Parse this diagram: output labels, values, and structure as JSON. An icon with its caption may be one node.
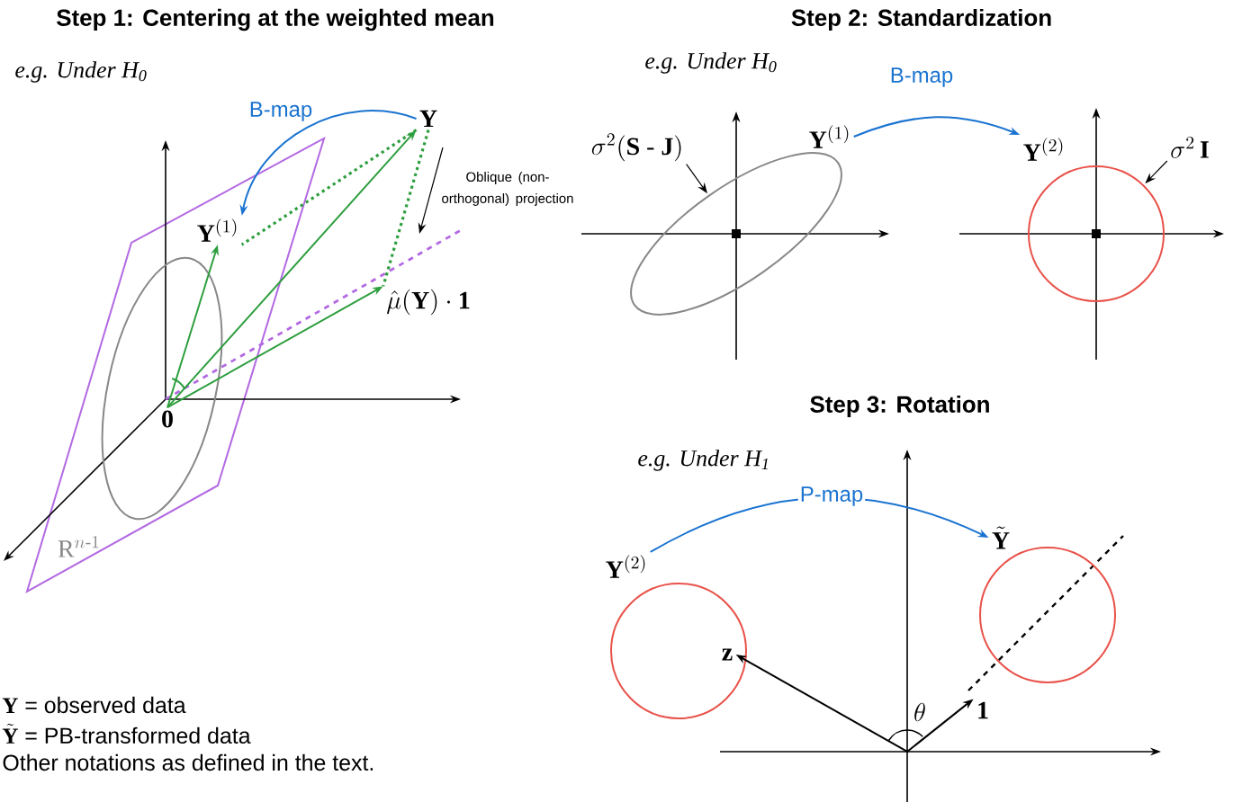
{
  "diagram": {
    "nodes": [
      {
        "text": [
          "\\mathbf{Y}"
        ]
      },
      {
        "text": [
          "\\mathbf{Y}^{(1)}"
        ]
      },
      {
        "text": [
          "\\hat{\\mu}(\\mathbf{Y})\\cdot\\mathbf{1}"
        ]
      },
      {
        "text": [
          "\\mathbf{0}"
        ]
      },
      {
        "text": [
          "\\mathbf{Y}^{(1)}"
        ]
      },
      {
        "text": [
          "\\mathbf{Y}^{(2)}"
        ]
      },
      {
        "text": [],
        "shape": "ellipse"
      },
      {
        "text": [
          "\\sigma^2(\\mathbf{S}\\ \\text{-}\\ \\mathbf{J})"
        ]
      },
      {
        "text": [],
        "shape": "circle"
      },
      {
        "text": [
          "\\sigma^2\\,\\mathbf{I}"
        ]
      },
      {
        "text": [
          "\\mathbf{Y}^{(2)}"
        ]
      },
      {
        "text": [
          "\\tilde{\\mathbf{Y}}"
        ]
      },
      {
        "text": [
          "\\mathbf{z}"
        ],
        "in": 14
      },
      {
        "text": [
          "\\mathbf{1}"
        ]
      },
      {
        "text": [],
        "shape": "circle"
      },
      {
        "text": [],
        "shape": "circle"
      }
    ],
    "edges": [
      {
        "from": 3,
        "to": 0,
        "arrow": "to",
        "color": "#2e9e3e"
      },
      {
        "from": 3,
        "to": 1,
        "arrow": "to",
        "color": "#2e9e3e"
      },
      {
        "from": 3,
        "to": 2,
        "arrow": "to",
        "color": "#2e9e3e"
      },
      {
        "from": 0,
        "to": 1,
        "arrow": "none",
        "style": "dashed",
        "color": "#2e9e3e"
      },
      {
        "from": 0,
        "to": 2,
        "arrow": "none",
        "style": "dashed",
        "color": "#2e9e3e"
      },
      {
        "from": 0,
        "to": 1,
        "arrow": "to",
        "label": "B-map",
        "color": "#1a73d0"
      },
      {
        "from": 4,
        "to": 5,
        "arrow": "to",
        "label": "B-map",
        "color": "#1a73d0"
      },
      {
        "from": 7,
        "to": 6,
        "arrow": "to",
        "color": "#000000"
      },
      {
        "from": 9,
        "to": 8,
        "arrow": "to",
        "color": "#000000"
      },
      {
        "from": 10,
        "to": 11,
        "arrow": "to",
        "label": "P-map",
        "color": "#1a73d0"
      },
      {
        "from": null,
        "to": 12,
        "arrow": "to",
        "color": "#000000"
      },
      {
        "from": null,
        "to": 13,
        "arrow": "to",
        "color": "#000000"
      }
    ],
    "labels": [
      "Step 1: Centering at the weighted mean",
      "e.g. Under H$_{0}$",
      "Oblique (non-orthogonal) projection",
      "\\mathrm{R}^{n\\text{-}1}",
      "Step 2: Standardization",
      "e.g. Under H$_{0}$",
      "Step 3: Rotation",
      "e.g. Under H$_{1}$",
      "\\theta",
      "\\mathbf{Y}\\textsf{ = observed data}",
      "\\tilde{\\mathbf{Y}}\\textsf{ = PB-transformed data}",
      "Other notations as defined in the text."
    ]
  }
}
